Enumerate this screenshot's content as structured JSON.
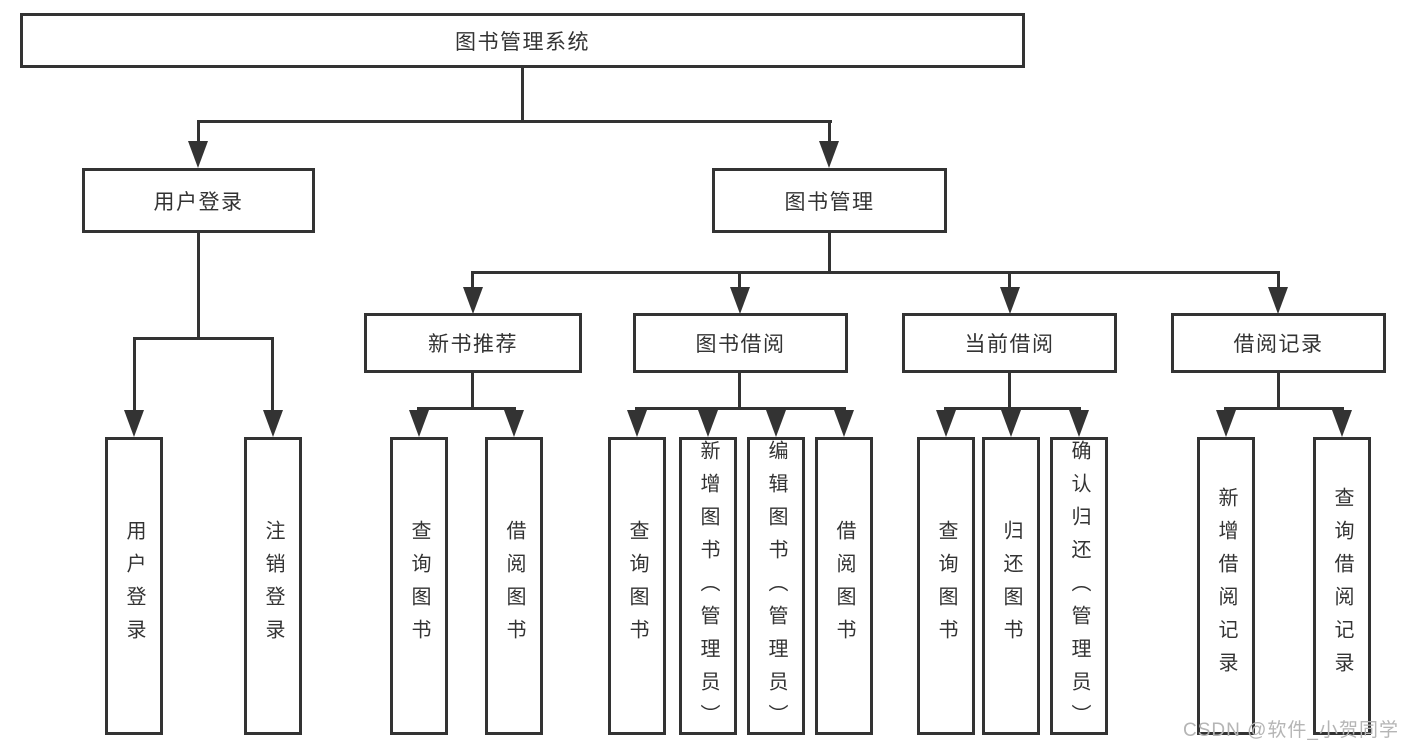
{
  "tree": {
    "root": "图书管理系统",
    "branches": {
      "user_login": "用户登录",
      "book_management": "图书管理"
    },
    "user_login_children": {
      "login": "用户登录",
      "logout": "注销登录"
    },
    "book_management_children": {
      "new_book_recommend": "新书推荐",
      "book_borrow": "图书借阅",
      "current_borrow": "当前借阅",
      "borrow_records": "借阅记录"
    },
    "new_book_recommend_children": {
      "query_books": "查询图书",
      "borrow_books": "借阅图书"
    },
    "book_borrow_children": {
      "query_books": "查询图书",
      "add_book_admin": "新增图书（管理员）",
      "edit_book_admin": "编辑图书（管理员）",
      "borrow_books": "借阅图书"
    },
    "current_borrow_children": {
      "query_books": "查询图书",
      "return_books": "归还图书",
      "confirm_return_admin": "确认归还（管理员）"
    },
    "borrow_records_children": {
      "add_record": "新增借阅记录",
      "query_record": "查询借阅记录"
    }
  },
  "watermark": "CSDN @软件_小贺同学",
  "colors": {
    "line": "#333333",
    "text": "#333333",
    "box_background": "#ffffff",
    "page_background": "#ffffff",
    "watermark": "#b5b5b5"
  }
}
